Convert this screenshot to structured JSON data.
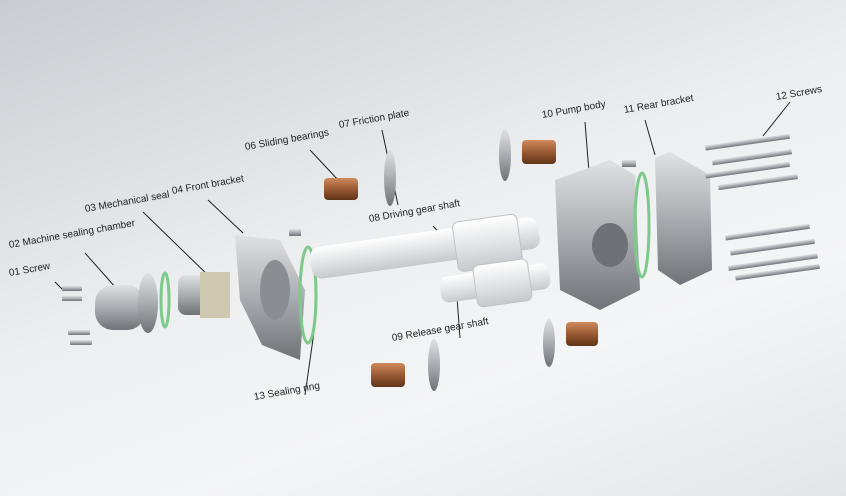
{
  "labels": {
    "l01": "01 Screw",
    "l02": "02 Machine sealing chamber",
    "l03": "03 Mechanical seal",
    "l04": "04 Front bracket",
    "l06": "06 Sliding bearings",
    "l07": "07 Friction plate",
    "l08": "08 Driving gear shaft",
    "l09": "09 Release gear shaft",
    "l10": "10 Pump body",
    "l11": "11 Rear bracket",
    "l12": "12 Screws",
    "l13": "13 Sealing ring"
  },
  "colors": {
    "metal": "#b8bcc0",
    "bronze": "#a0603a",
    "seal": "#7dc98a",
    "shaft": "#e6e8ea"
  }
}
